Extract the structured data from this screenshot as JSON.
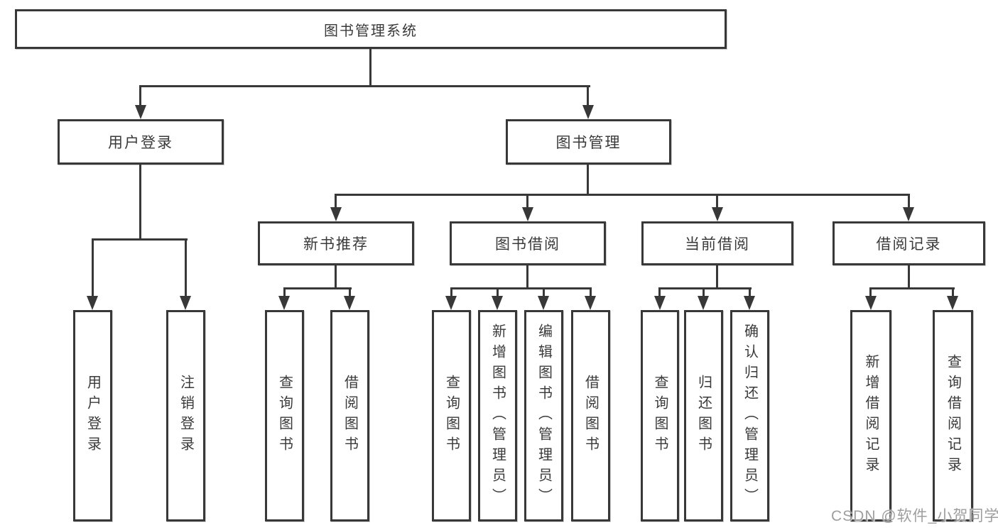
{
  "diagram": {
    "type": "hierarchy-tree",
    "root": {
      "label": "图书管理系统",
      "children": [
        {
          "label": "用户登录",
          "children": [
            {
              "label": "用户登录"
            },
            {
              "label": "注销登录"
            }
          ]
        },
        {
          "label": "图书管理",
          "children": [
            {
              "label": "新书推荐",
              "children": [
                {
                  "label": "查询图书"
                },
                {
                  "label": "借阅图书"
                }
              ]
            },
            {
              "label": "图书借阅",
              "children": [
                {
                  "label": "查询图书"
                },
                {
                  "label": "新增图书（管理员）"
                },
                {
                  "label": "编辑图书（管理员）"
                },
                {
                  "label": "借阅图书"
                }
              ]
            },
            {
              "label": "当前借阅",
              "children": [
                {
                  "label": "查询图书"
                },
                {
                  "label": "归还图书"
                },
                {
                  "label": "确认归还（管理员）"
                }
              ]
            },
            {
              "label": "借阅记录",
              "children": [
                {
                  "label": "新增借阅记录"
                },
                {
                  "label": "查询借阅记录"
                }
              ]
            }
          ]
        }
      ]
    }
  },
  "watermark": {
    "text": "CSDN @软件_小贺同学"
  },
  "colors": {
    "line": "#383838",
    "text": "#3a3a3a",
    "box_background": "#ffffff",
    "page_background": "#ffffff",
    "watermark": "#9e9e9e"
  }
}
